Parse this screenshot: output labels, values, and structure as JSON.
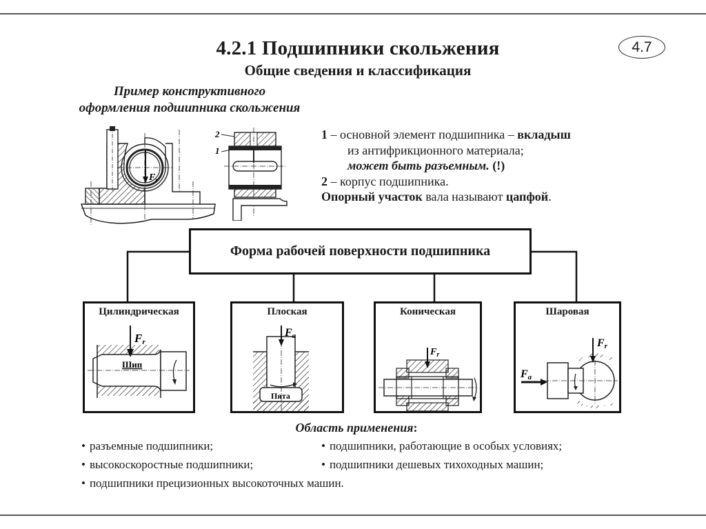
{
  "header": {
    "title": "4.2.1 Подшипники скольжения",
    "subtitle": "Общие сведения и классификация",
    "page_badge": "4.7"
  },
  "example": {
    "caption_line1": "Пример конструктивного",
    "caption_line2": "оформления подшипника скольжения",
    "callouts": [
      "2",
      "1"
    ],
    "force_label": "F",
    "force_sub": "r"
  },
  "description": {
    "item1_num": "1",
    "item1_text": " – основной элемент подшипника – ",
    "item1_bold": "вкладыш",
    "item1_line2": "из антифрикционного материала;",
    "item1_line3_italic": "может быть разъемным.",
    "item1_line3_mark": " (!)",
    "item2_num": "2",
    "item2_text": " – корпус подшипника.",
    "line3_bold1": "Опорный участок",
    "line3_text": " вала называют ",
    "line3_bold2": "цапфой",
    "line3_end": "."
  },
  "classification": {
    "root": "Форма рабочей поверхности подшипника",
    "types": [
      {
        "label": "Цилиндрическая",
        "part_label": "Шип",
        "forces": [
          {
            "name": "F",
            "sub": "r"
          }
        ]
      },
      {
        "label": "Плоская",
        "part_label": "Пята",
        "forces": [
          {
            "name": "F",
            "sub": "a"
          }
        ]
      },
      {
        "label": "Коническая",
        "forces": [
          {
            "name": "F",
            "sub": "r"
          }
        ]
      },
      {
        "label": "Шаровая",
        "forces": [
          {
            "name": "F",
            "sub": "r"
          },
          {
            "name": "F",
            "sub": "a"
          }
        ]
      }
    ]
  },
  "application": {
    "title": "Область применения",
    "title_colon": ":",
    "items": [
      "разъемные подшипники;",
      "подшипники, работающие в особых условиях;",
      "высокоскоростные подшипники;",
      "подшипники дешевых тихоходных машин;",
      "подшипники прецизионных высокоточных машин."
    ]
  }
}
